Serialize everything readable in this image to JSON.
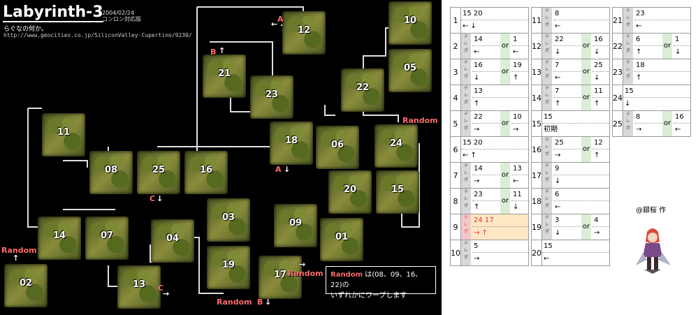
{
  "header": {
    "title": "Labyrinth-3",
    "date": "2004/02/24",
    "version": "コンロン対応版",
    "subtitle": "らぐなの何か。",
    "url": "http://www.geocities.co.jp/SiliconValley-Cupertino/9230/"
  },
  "rooms": [
    "01",
    "02",
    "03",
    "04",
    "05",
    "06",
    "07",
    "08",
    "09",
    "10",
    "11",
    "12",
    "13",
    "14",
    "15",
    "16",
    "17",
    "18",
    "19",
    "20",
    "21",
    "22",
    "23",
    "24",
    "25"
  ],
  "labels": {
    "a_top": "A",
    "b_top": "B",
    "a_bottom": "A",
    "b_bottom": "B",
    "c1": "C",
    "c2": "C",
    "random": "Random"
  },
  "note": {
    "word": "Random",
    "line1": "は(08、09、16、22)の",
    "line2": "いずれかにワープします"
  },
  "table": {
    "or": "or",
    "side": "テレポ",
    "rows": [
      {
        "n": "1",
        "a": "15 20",
        "b": "← ↓"
      },
      {
        "n": "2",
        "a1": "14",
        "b1": "←",
        "a2": "1",
        "b2": "←"
      },
      {
        "n": "3",
        "a1": "16",
        "b1": "↓",
        "a2": "19",
        "b2": "↑"
      },
      {
        "n": "4",
        "a1": "13",
        "b1": "↑"
      },
      {
        "n": "5",
        "a1": "22",
        "b1": "→",
        "a2": "10",
        "b2": "→"
      },
      {
        "n": "6",
        "a": "15 20",
        "b": "← ↑"
      },
      {
        "n": "7",
        "a1": "14",
        "b1": "→",
        "a2": "13",
        "b2": "←"
      },
      {
        "n": "8",
        "a1": "23",
        "b1": "↑",
        "a2": "11",
        "b2": "↓"
      },
      {
        "n": "9",
        "a1": "24  17",
        "b1": "→  ↑"
      },
      {
        "n": "10",
        "a1": "5",
        "b1": "→"
      },
      {
        "n": "11",
        "a1": "8",
        "b1": "←"
      },
      {
        "n": "12",
        "a1": "22",
        "b1": "↓",
        "a2": "16",
        "b2": "↓"
      },
      {
        "n": "13",
        "a1": "7",
        "b1": "←",
        "a2": "25",
        "b2": "↓"
      },
      {
        "n": "14",
        "a1": "7",
        "b1": "↑",
        "a2": "11",
        "b2": "↑"
      },
      {
        "n": "15",
        "a": "15",
        "b": "初期"
      },
      {
        "n": "16",
        "a1": "25",
        "b1": "→",
        "a2": "12",
        "b2": "↑"
      },
      {
        "n": "17",
        "a1": "9",
        "b1": "↓"
      },
      {
        "n": "18",
        "a1": "6",
        "b1": "←"
      },
      {
        "n": "19",
        "a1": "3",
        "b1": "↓",
        "a2": "4",
        "b2": "→"
      },
      {
        "n": "20",
        "a": "15",
        "b": "←"
      },
      {
        "n": "21",
        "a1": "23",
        "b1": "←"
      },
      {
        "n": "22",
        "a1": "6",
        "b1": "↑",
        "a2": "1",
        "b2": "↓"
      },
      {
        "n": "23",
        "a1": "18",
        "b1": "↑"
      },
      {
        "n": "24",
        "a": "15",
        "b": "↓"
      },
      {
        "n": "25",
        "a1": "8",
        "b1": "→",
        "a2": "16",
        "b2": "←"
      }
    ]
  },
  "signature": "@銀桜 作"
}
